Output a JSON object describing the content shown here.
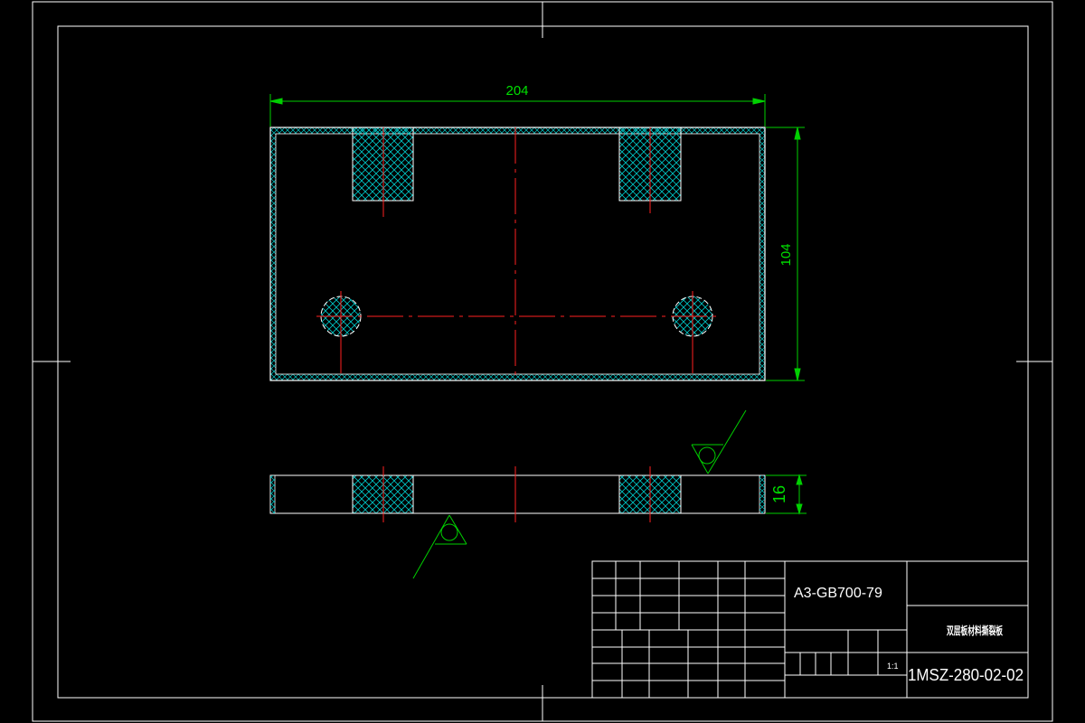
{
  "colors": {
    "background": "#000000",
    "outline": "#ffffff",
    "dimension": "#00d000",
    "centerline": "#ff2020",
    "hatch": "#00c8c8",
    "symbol": "#00d000"
  },
  "dimensions": {
    "width": "204",
    "height": "104",
    "thickness": "16"
  },
  "title_block": {
    "material": "A3-GB700-79",
    "part_name": "双层板材料撕裂板",
    "scale": "1:1",
    "drawing_number": "1MSZ-280-02-02"
  }
}
